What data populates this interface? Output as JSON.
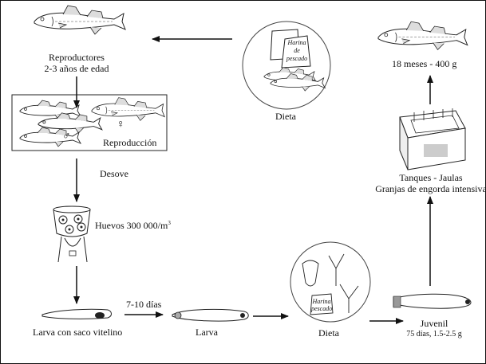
{
  "diagram": {
    "title_implied": "Ciclo de cultivo de la lubina",
    "nodes": {
      "broodstock": {
        "line1": "Reproductores",
        "line2": "2-3 años de edad",
        "icon": "adult-fish-icon"
      },
      "reproduction": {
        "label": "Reproducción",
        "male_symbol": "♂",
        "female_symbol": "♀",
        "icon": "fish-group-icon"
      },
      "spawning": {
        "label": "Desove"
      },
      "eggs": {
        "label": "Huevos 300 000/m",
        "superscript": "3",
        "icon": "incubator-tank-icon"
      },
      "yolk_larva": {
        "label": "Larva con saco vitelino",
        "icon": "yolk-sac-larva-icon"
      },
      "transition_days": {
        "label": "7-10 días"
      },
      "larva": {
        "label": "Larva",
        "icon": "larva-icon"
      },
      "diet_larval": {
        "label": "Dieta",
        "bag_text": [
          "Harina",
          "pescado"
        ],
        "icon": "diet-plankton-icon"
      },
      "juvenile": {
        "line1": "Juvenil",
        "line2": "75 días, 1.5-2.5 g",
        "icon": "juvenile-fish-icon"
      },
      "tanks": {
        "line1": "Tanques - Jaulas",
        "line2": "Granjas de engorda intensiva",
        "icon": "cage-tank-icon"
      },
      "market": {
        "label": "18 meses - 400 g",
        "icon": "adult-fish-icon"
      },
      "diet_adult": {
        "label": "Dieta",
        "bag_text": [
          "Harina",
          "de",
          "pescado"
        ],
        "icon": "diet-fishmeal-icon"
      }
    },
    "flow": [
      "Dieta (adult) → Reproductores",
      "Reproductores → Reproducción",
      "Reproducción → Huevos (Desove)",
      "Huevos → Larva con saco vitelino",
      "Larva con saco vitelino → Larva (7-10 días)",
      "Larva → Dieta (larval)",
      "Dieta (larval) → Juvenil",
      "Juvenil → Tanques - Jaulas",
      "Tanques - Jaulas → 18 meses - 400 g"
    ]
  }
}
